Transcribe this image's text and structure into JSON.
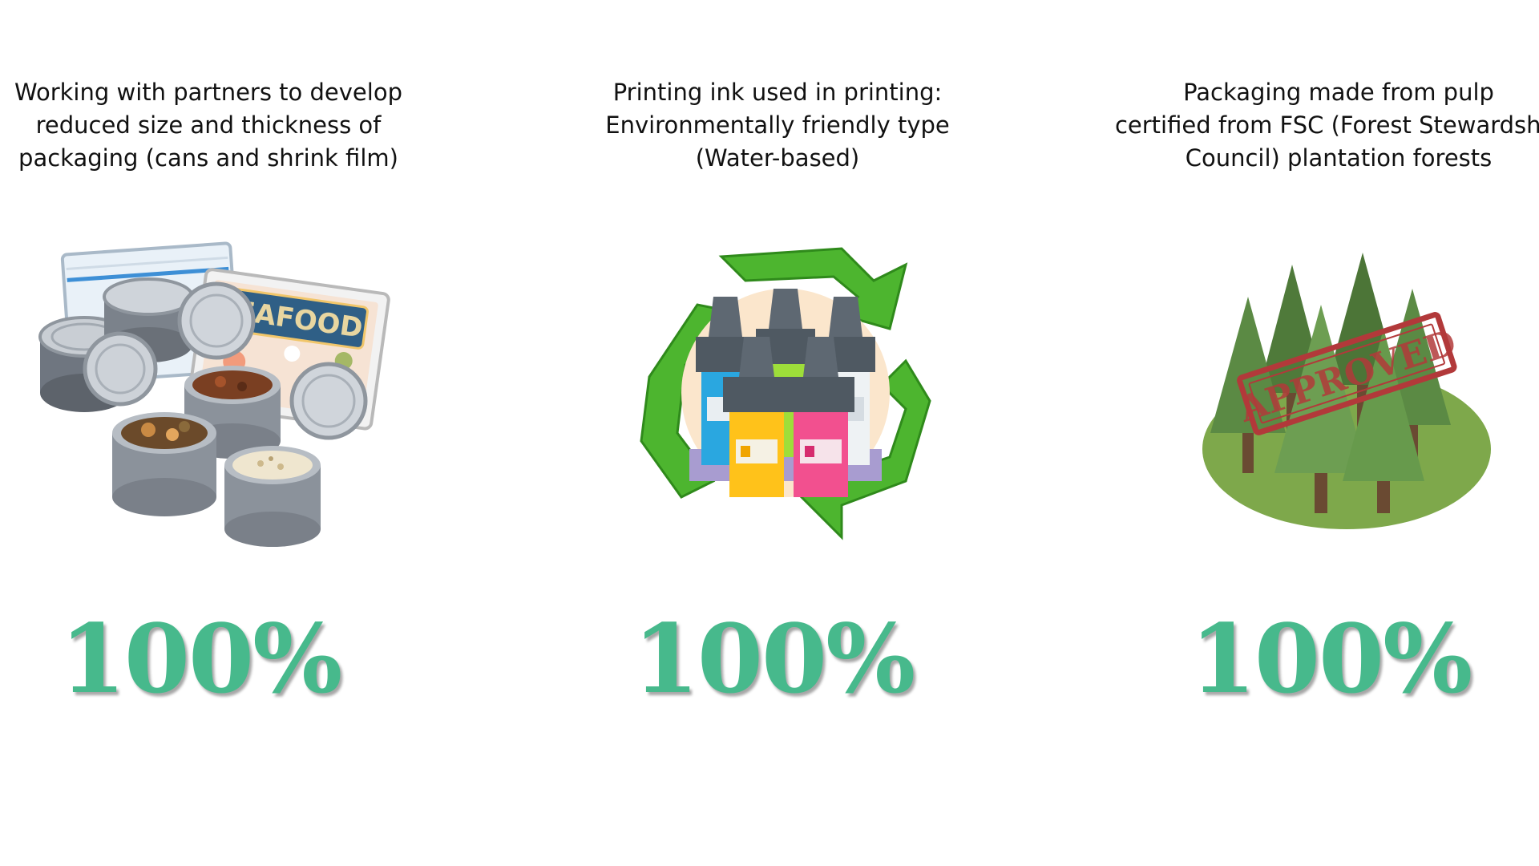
{
  "items": [
    {
      "caption_lines": [
        "Working with partners to develop",
        "reduced size and thickness of",
        "packaging (cans and shrink film)"
      ],
      "icon": "canned-food-packaging-icon",
      "label_text": "SEAFOOD",
      "percent": "100%"
    },
    {
      "caption_lines": [
        "Printing ink used in printing:",
        "Environmentally friendly type",
        "(Water-based)"
      ],
      "icon": "recycle-ink-bottles-icon",
      "percent": "100%"
    },
    {
      "caption_lines": [
        "Packaging made from pulp",
        "certified from FSC (Forest Stewardship",
        "Council) plantation forests"
      ],
      "icon": "approved-forest-icon",
      "stamp_text": "APPROVED",
      "percent": "100%"
    }
  ],
  "colors": {
    "accent_green": "#47b98c",
    "text": "#111111"
  }
}
